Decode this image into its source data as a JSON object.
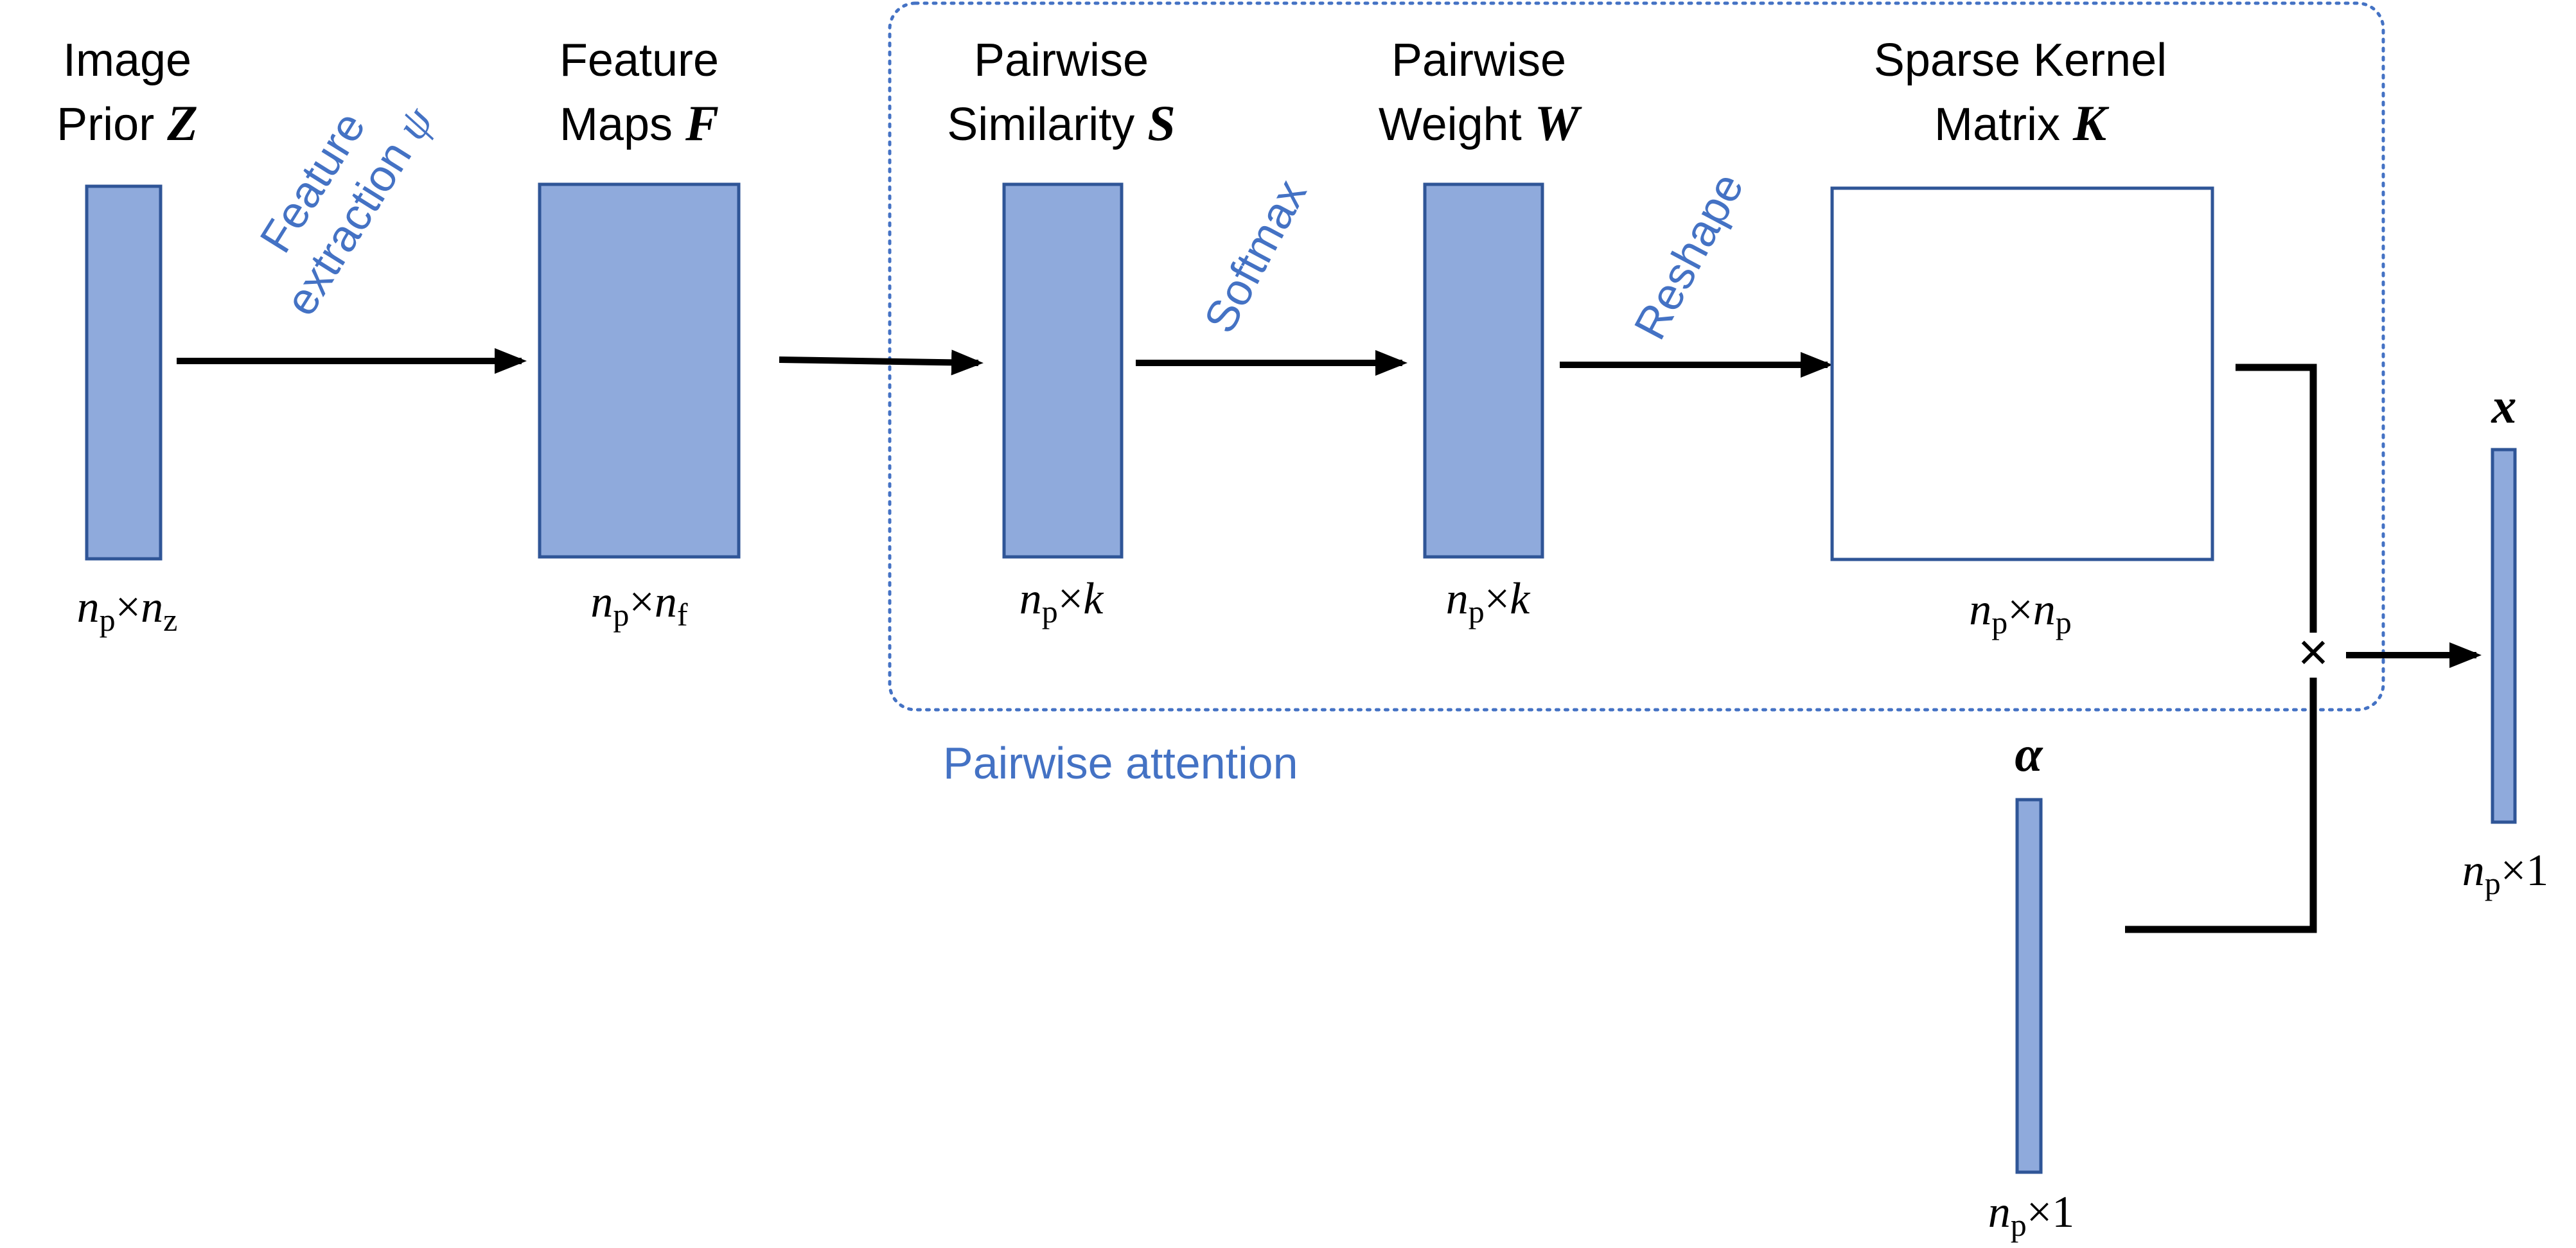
{
  "nodes": {
    "image_prior": {
      "line1": "Image",
      "line2": "Prior",
      "symbol": "Z",
      "dim": {
        "a": "n",
        "a_sub": "p",
        "b": "n",
        "b_sub": "z"
      }
    },
    "feature_maps": {
      "line1": "Feature",
      "line2": "Maps",
      "symbol": "F",
      "dim": {
        "a": "n",
        "a_sub": "p",
        "b": "n",
        "b_sub": "f"
      }
    },
    "pairwise_similarity": {
      "line1": "Pairwise",
      "line2": "Similarity",
      "symbol": "S",
      "dim": {
        "a": "n",
        "a_sub": "p",
        "b": "k",
        "b_sub": ""
      }
    },
    "pairwise_weight": {
      "line1": "Pairwise",
      "line2": "Weight",
      "symbol": "W",
      "dim": {
        "a": "n",
        "a_sub": "p",
        "b": "k",
        "b_sub": ""
      }
    },
    "sparse_kernel": {
      "line1": "Sparse Kernel",
      "line2": "Matrix",
      "symbol": "K",
      "dim": {
        "a": "n",
        "a_sub": "p",
        "b": "n",
        "b_sub": "p"
      }
    },
    "alpha": {
      "symbol": "α",
      "dim": {
        "a": "n",
        "a_sub": "p",
        "b": "1",
        "b_sub": ""
      }
    },
    "output_x": {
      "symbol": "x",
      "dim": {
        "a": "n",
        "a_sub": "p",
        "b": "1",
        "b_sub": ""
      }
    }
  },
  "edges": {
    "feature_extraction": {
      "line1": "Feature",
      "line2": "extraction",
      "symbol": "ψ"
    },
    "softmax": "Softmax",
    "reshape": "Reshape"
  },
  "group": {
    "label": "Pairwise attention"
  },
  "operator": "×",
  "times_sign": "×",
  "colors": {
    "matrix_fill": "#8faadc",
    "matrix_stroke": "#2f5597",
    "accent_blue": "#4472c4",
    "arrow": "#000000"
  }
}
